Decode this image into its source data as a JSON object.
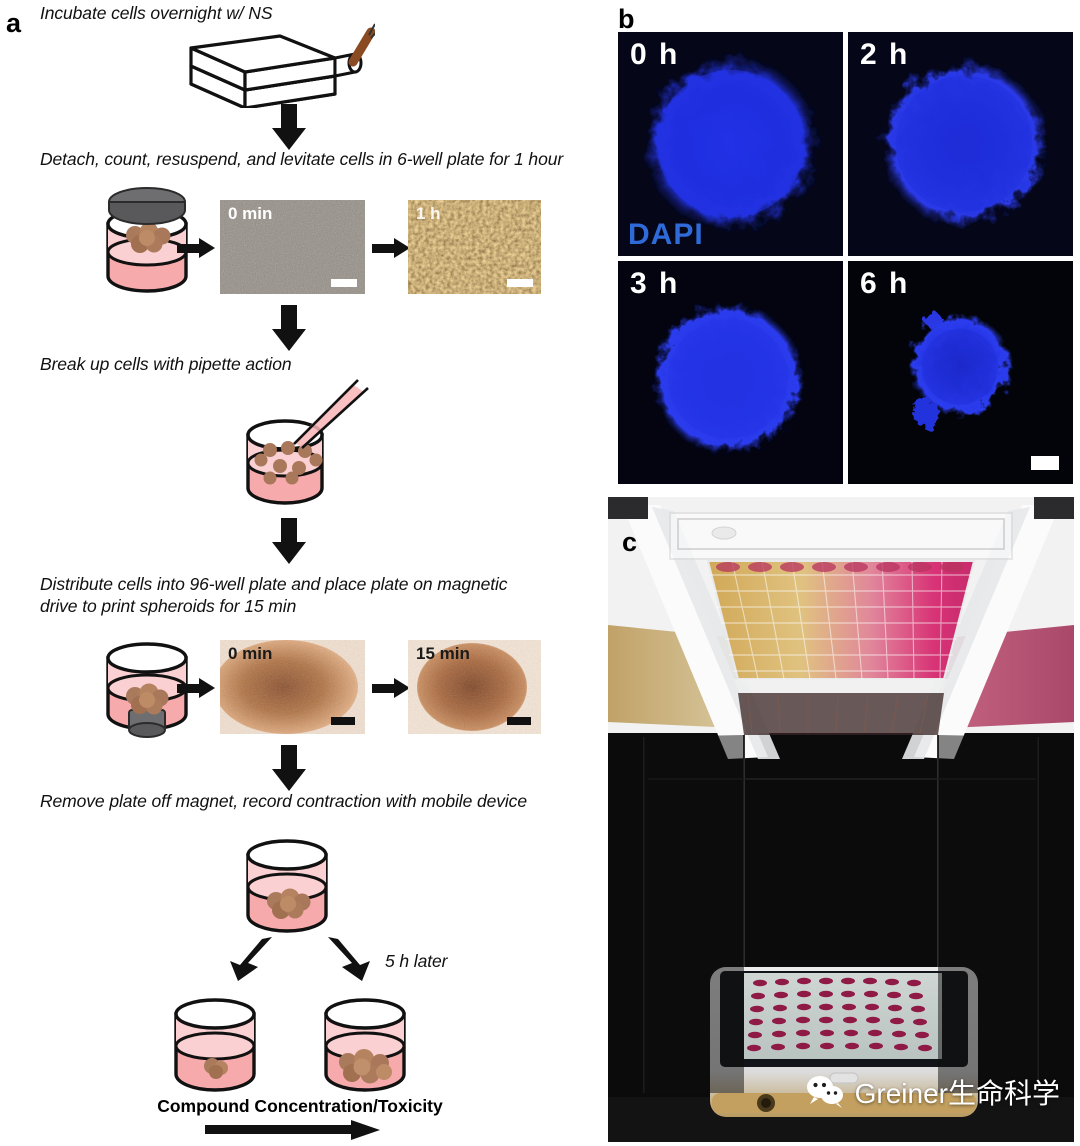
{
  "figure": {
    "panels": [
      {
        "letter": "a"
      },
      {
        "letter": "b"
      },
      {
        "letter": "c"
      }
    ]
  },
  "panel_a": {
    "letter": "a",
    "steps": [
      {
        "id": "step1",
        "text": "Incubate cells overnight w/ NS"
      },
      {
        "id": "step2",
        "text": "Detach, count, resuspend, and levitate cells in 6-well plate for 1 hour"
      },
      {
        "id": "step3",
        "text": "Break up cells with pipette action"
      },
      {
        "id": "step4",
        "text": "Distribute cells into 96-well plate and place plate on magnetic drive to print spheroids for 15 min"
      },
      {
        "id": "step5",
        "text": "Remove plate off magnet, record contraction with mobile device"
      }
    ],
    "micrographs_row1": [
      {
        "label": "0 min",
        "label_color": "#ffffff",
        "scalebar_color": "#ffffff"
      },
      {
        "label": "1 h",
        "label_color": "#ffffff",
        "scalebar_color": "#ffffff"
      }
    ],
    "micrographs_row2": [
      {
        "label": "0 min",
        "label_color": "#1a1a1a",
        "scalebar_color": "#111111"
      },
      {
        "label": "15 min",
        "label_color": "#1a1a1a",
        "scalebar_color": "#111111"
      }
    ],
    "branch_note": "5 h later",
    "axis_caption": "Compound Concentration/Toxicity"
  },
  "panel_b": {
    "letter": "b",
    "stain_label": "DAPI",
    "stain_color": "#2f6bd8",
    "timepoints": [
      {
        "label": "0 h",
        "spheroid_diameter_pct": 78,
        "ruffle": "high"
      },
      {
        "label": "2 h",
        "spheroid_diameter_pct": 74,
        "ruffle": "high"
      },
      {
        "label": "3 h",
        "spheroid_diameter_pct": 68,
        "ruffle": "medium"
      },
      {
        "label": "6 h",
        "spheroid_diameter_pct": 45,
        "ruffle": "low"
      }
    ],
    "scalebar_on_last": true
  },
  "panel_c": {
    "letter": "c",
    "letter_color": "#000000",
    "description_visible_text": "",
    "watermark": {
      "text": "Greiner生命科学",
      "icon": "wechat-icon"
    }
  },
  "colors": {
    "media_pink_light": "#f8c4c6",
    "media_pink_dark": "#f4a0a2",
    "spheroid_brown": "#a9775a",
    "magnet_gray": "#6e6e70",
    "arrow_black": "#111111",
    "dapi_blue": "#1f3fd6"
  }
}
